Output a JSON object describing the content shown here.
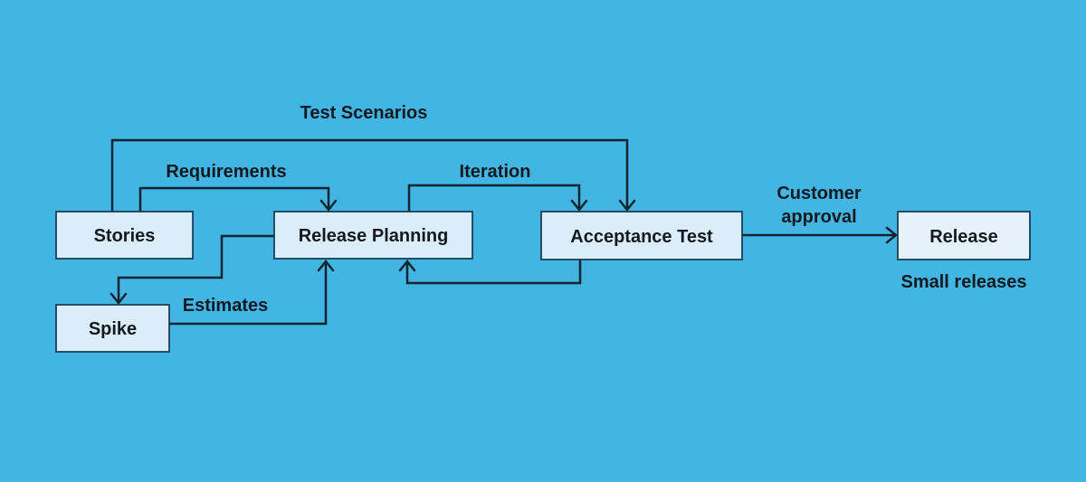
{
  "diagram": {
    "type": "flowchart",
    "colors": {
      "background": "#42b5e2",
      "node_fill": "#dbedf8",
      "node_fill_release": "#e6f2fa",
      "node_border": "#1a3e57",
      "line": "#14242e",
      "text": "#14191f"
    },
    "nodes": {
      "stories": {
        "label": "Stories"
      },
      "release_planning": {
        "label": "Release Planning"
      },
      "acceptance_test": {
        "label": "Acceptance Test"
      },
      "release": {
        "label": "Release"
      },
      "spike": {
        "label": "Spike"
      }
    },
    "labels": {
      "test_scenarios": "Test Scenarios",
      "requirements": "Requirements",
      "iteration": "Iteration",
      "customer_approval": {
        "line1": "Customer",
        "line2": "approval"
      },
      "estimates": "Estimates",
      "small_releases": "Small releases"
    },
    "edges": [
      {
        "from": "stories",
        "to": "acceptance_test",
        "label": "Test Scenarios"
      },
      {
        "from": "stories",
        "to": "release_planning",
        "label": "Requirements"
      },
      {
        "from": "release_planning",
        "to": "acceptance_test",
        "label": "Iteration"
      },
      {
        "from": "acceptance_test",
        "to": "release_planning",
        "label": ""
      },
      {
        "from": "release_planning",
        "to": "spike",
        "label": ""
      },
      {
        "from": "spike",
        "to": "release_planning",
        "label": "Estimates"
      },
      {
        "from": "acceptance_test",
        "to": "release",
        "label": "Customer approval"
      }
    ]
  }
}
